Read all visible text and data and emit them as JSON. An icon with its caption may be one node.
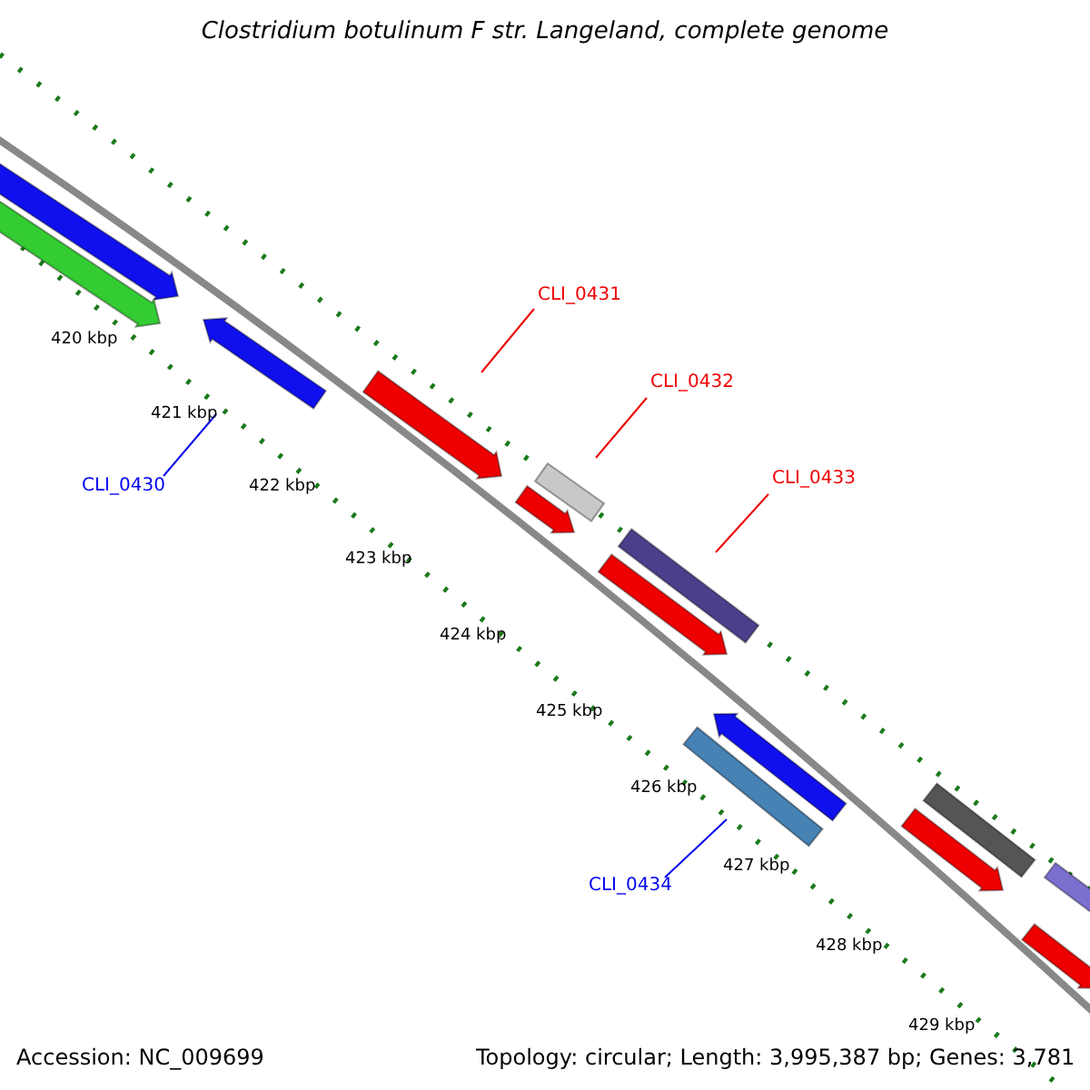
{
  "diagram": {
    "title": "Clostridium botulinum F str. Langeland, complete genome",
    "nodes": [
      {
        "text": [
          "CLI_0431"
        ]
      },
      {
        "text": [],
        "shape": "bar"
      },
      {
        "text": [
          "CLI_0432"
        ]
      },
      {
        "text": [],
        "shape": "bar"
      },
      {
        "text": [
          "CLI_0433"
        ]
      },
      {
        "text": [],
        "shape": "bar"
      },
      {
        "text": [
          "CLI_0430"
        ]
      },
      {
        "text": [],
        "shape": "bar"
      },
      {
        "text": [
          "CLI_0434"
        ]
      },
      {
        "text": [],
        "shape": "bar"
      },
      {
        "text": [],
        "shape": "bar"
      },
      {
        "text": [],
        "shape": "bar"
      },
      {
        "text": [],
        "shape": "bar"
      },
      {
        "text": [],
        "shape": "bar"
      },
      {
        "text": [],
        "shape": "bar"
      },
      {
        "text": [],
        "shape": "bar"
      },
      {
        "text": [],
        "shape": "bar"
      },
      {
        "text": [],
        "shape": "bar"
      },
      {
        "text": [],
        "shape": "bar"
      }
    ],
    "edges": [
      {
        "from": 0,
        "to": 1,
        "arrow": "none"
      },
      {
        "from": 2,
        "to": 3,
        "arrow": "none"
      },
      {
        "from": 4,
        "to": 5,
        "arrow": "none"
      },
      {
        "from": 6,
        "to": 7,
        "arrow": "none",
        "color": "#0000ee"
      },
      {
        "from": 8,
        "to": 9,
        "arrow": "none",
        "color": "#0000ee"
      }
    ],
    "labels": [
      "420 kbp",
      "421 kbp",
      "422 kbp",
      "423 kbp",
      "424 kbp",
      "425 kbp",
      "426 kbp",
      "427 kbp",
      "428 kbp",
      "429 kbp",
      "Accession: NC_009699",
      "Topology: circular; Length: 3,995,387 bp; Genes: 3,781"
    ]
  }
}
